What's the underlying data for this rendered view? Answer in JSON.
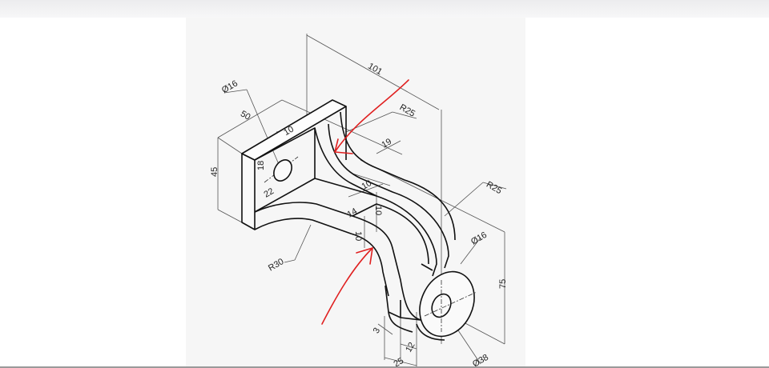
{
  "drawing": {
    "dimensions": {
      "overall_length": "101",
      "top_radius": "R25",
      "rib_offset": "19",
      "plate_width": "50",
      "plate_thickness": "10",
      "plate_hole_diameter": "Ø16",
      "hole_vertical": "18",
      "hole_horizontal": "22",
      "plate_height": "45",
      "rib_thickness": "10",
      "web_width": "14",
      "web_height": "10",
      "flange_thickness": "10",
      "bottom_radius": "R30",
      "bend_radius": "R25",
      "boss_hole_diameter": "Ø16",
      "overall_height": "75",
      "boss_offset": "3",
      "boss_depth": "12",
      "boss_length": "25",
      "boss_diameter": "Ø38"
    },
    "annotation_color": "#e02020",
    "line_color": "#111111"
  }
}
